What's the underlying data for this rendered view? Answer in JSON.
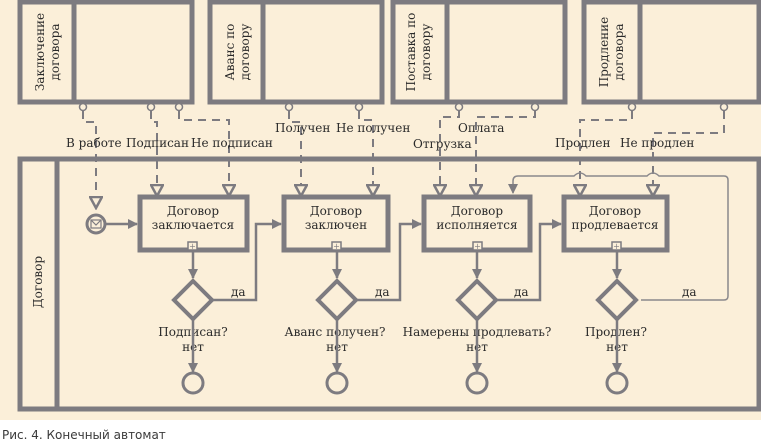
{
  "pools": [
    {
      "label_line1": "Заключение",
      "label_line2": "договора"
    },
    {
      "label_line1": "Аванс по",
      "label_line2": "договору"
    },
    {
      "label_line1": "Поставка по",
      "label_line2": "договору"
    },
    {
      "label_line1": "Продление",
      "label_line2": "договора"
    }
  ],
  "main_pool": {
    "label": "Договор"
  },
  "messages": [
    {
      "label": "В работе"
    },
    {
      "label": "Подписан"
    },
    {
      "label": "Не подписан"
    },
    {
      "label": "Получен"
    },
    {
      "label": "Не получен"
    },
    {
      "label": "Оплата"
    },
    {
      "label": "Отгрузка"
    },
    {
      "label": "Продлен"
    },
    {
      "label": "Не продлен"
    }
  ],
  "states": [
    {
      "line1": "Договор",
      "line2": "заключается"
    },
    {
      "line1": "Договор",
      "line2": "заключен"
    },
    {
      "line1": "Договор",
      "line2": "исполняется"
    },
    {
      "line1": "Договор",
      "line2": "продлевается"
    }
  ],
  "gateways": [
    {
      "question": "Подписан?",
      "yes": "да",
      "no": "нет"
    },
    {
      "question": "Аванс получен?",
      "yes": "да",
      "no": "нет"
    },
    {
      "question": "Намерены продлевать?",
      "yes": "да",
      "no": "нет"
    },
    {
      "question": "Продлен?",
      "yes": "да",
      "no": "нет"
    }
  ],
  "caption": "Рис. 4. Конечный автомат",
  "colors": {
    "background": "#fbefd9",
    "stroke": "#7d7b80",
    "text": "#2a2a2a"
  }
}
